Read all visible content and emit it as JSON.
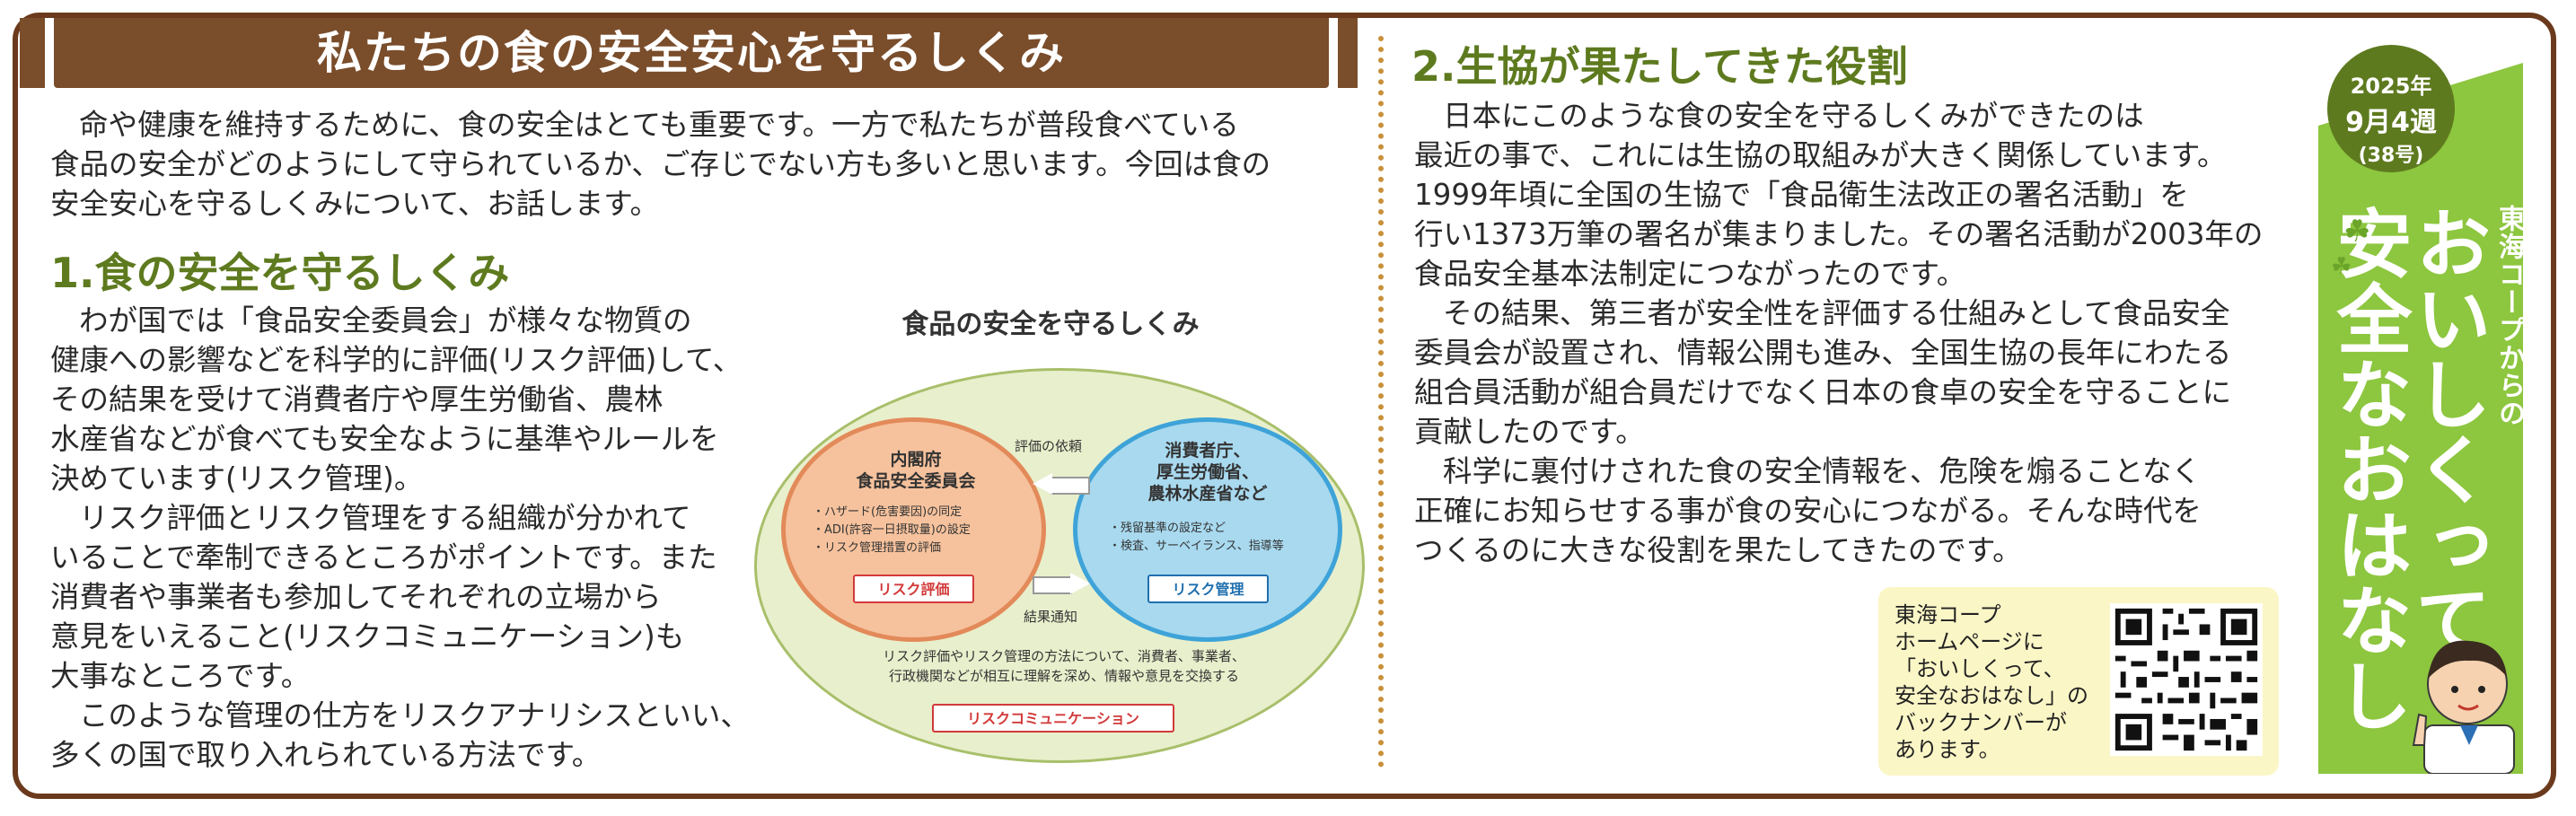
{
  "title": "私たちの食の安全安心を守るしくみ",
  "intro": [
    "命や健康を維持するために、食の安全はとても重要です。一方で私たちが普段食べている",
    "食品の安全がどのようにして守られているか、ご存じでない方も多いと思います。今回は食の",
    "安全安心を守るしくみについて、お話します。"
  ],
  "section1": {
    "heading": "1.食の安全を守るしくみ",
    "lines": [
      "わが国では「食品安全委員会」が様々な物質の",
      "健康への影響などを科学的に評価(リスク評価)して、",
      "その結果を受けて消費者庁や厚生労働省、農林",
      "水産省などが食べても安全なように基準やルールを",
      "決めています(リスク管理)。",
      "リスク評価とリスク管理をする組織が分かれて",
      "いることで牽制できるところがポイントです。また",
      "消費者や事業者も参加してそれぞれの立場から",
      "意見をいえること(リスクコミュニケーション)も",
      "大事なところです。",
      "このような管理の仕方をリスクアナリシスといい、",
      "多くの国で取り入れられている方法です。"
    ]
  },
  "diagram": {
    "title": "食品の安全を守るしくみ",
    "left_org": [
      "内閣府",
      "食品安全委員会"
    ],
    "left_items": [
      "・ハザード(危害要因)の同定",
      "・ADI(許容一日摂取量)の設定",
      "・リスク管理措置の評価"
    ],
    "left_badge": "リスク評価",
    "right_org": [
      "消費者庁、",
      "厚生労働省、",
      "農林水産省など"
    ],
    "right_items": [
      "・残留基準の設定など",
      "・検査、サーベイランス、指導等"
    ],
    "right_badge": "リスク管理",
    "arrow_top_label": "評価の依頼",
    "arrow_bottom_label": "結果通知",
    "bottom_text": [
      "リスク評価やリスク管理の方法について、消費者、事業者、",
      "行政機関などが相互に理解を深め、情報や意見を交換する"
    ],
    "bottom_badge": "リスクコミュニケーション"
  },
  "section2": {
    "heading": "2.生協が果たしてきた役割",
    "lines": [
      "日本にこのような食の安全を守るしくみができたのは",
      "最近の事で、これには生協の取組みが大きく関係しています。",
      "1999年頃に全国の生協で「食品衛生法改正の署名活動」を",
      "行い1373万筆の署名が集まりました。その署名活動が2003年の",
      "食品安全基本法制定につながったのです。",
      "その結果、第三者が安全性を評価する仕組みとして食品安全",
      "委員会が設置され、情報公開も進み、全国生協の長年にわたる",
      "組合員活動が組合員だけでなく日本の食卓の安全を守ることに",
      "貢献したのです。",
      "科学に裏付けされた食の安全情報を、危険を煽ることなく",
      "正確にお知らせする事が食の安心につながる。そんな時代を",
      "つくるのに大きな役割を果たしてきたのです。"
    ]
  },
  "qr_note": [
    "東海コープ",
    "ホームページに",
    "「おいしくって、",
    "安全なおはなし」の",
    "バックナンバーが",
    "あります。"
  ],
  "side": {
    "date": [
      "2025年",
      "9月4週",
      "(38号)"
    ],
    "small_title": "東海コープからの",
    "big_title_1": "おいしくって、",
    "big_title_2": "安全なおはなし"
  },
  "colors": {
    "frame": "#6b3a1c",
    "banner": "#7a4d2b",
    "heading": "#5e7a1f",
    "panel": "#8dc63f"
  }
}
